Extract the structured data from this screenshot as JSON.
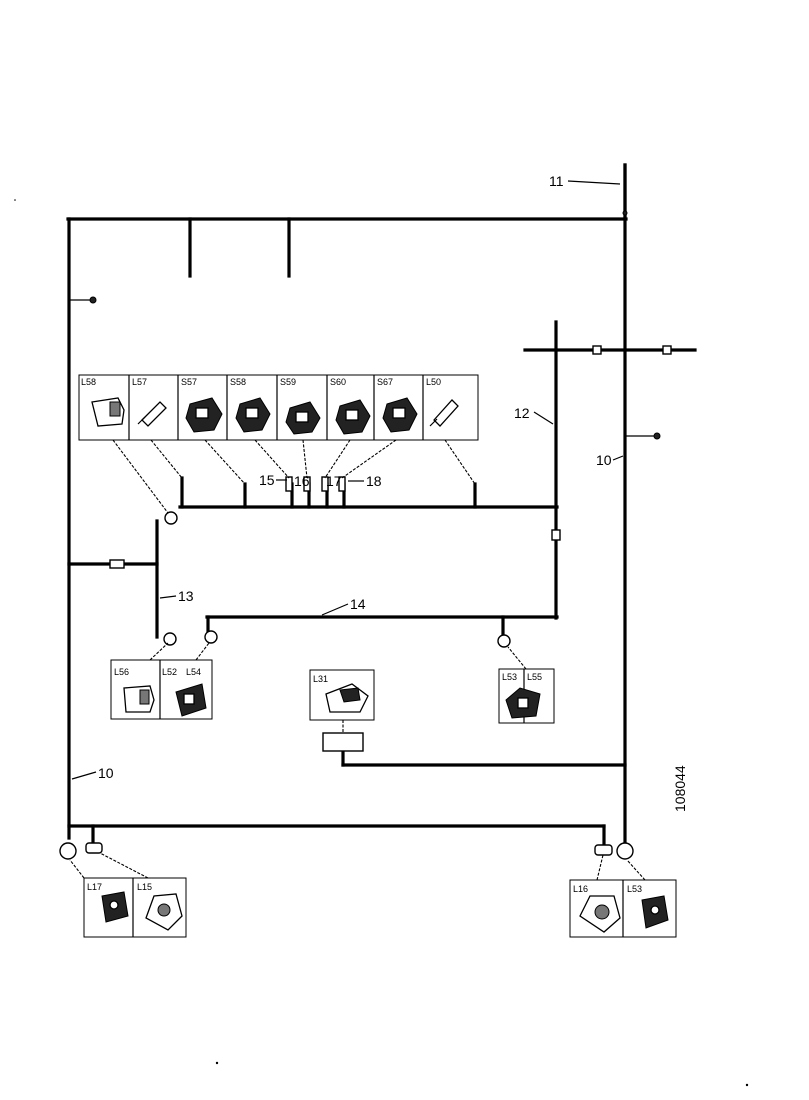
{
  "diagram": {
    "ref_number": "108044",
    "wire_labels": {
      "w10_left": "10",
      "w10_right": "10",
      "w11": "11",
      "w12": "12",
      "w13": "13",
      "w14": "14",
      "w15": "15",
      "w16": "16",
      "w17": "17",
      "w18": "18"
    },
    "top_components": [
      "L58",
      "L57",
      "S57",
      "S58",
      "S59",
      "S60",
      "S67",
      "L50"
    ],
    "left_group": [
      "L56",
      "L52",
      "L54"
    ],
    "middle_group": [
      "L31"
    ],
    "right_mid_group": [
      "L53",
      "L55"
    ],
    "bottom_left_group": [
      "L17",
      "L15"
    ],
    "bottom_right_group": [
      "L16",
      "L53"
    ]
  }
}
